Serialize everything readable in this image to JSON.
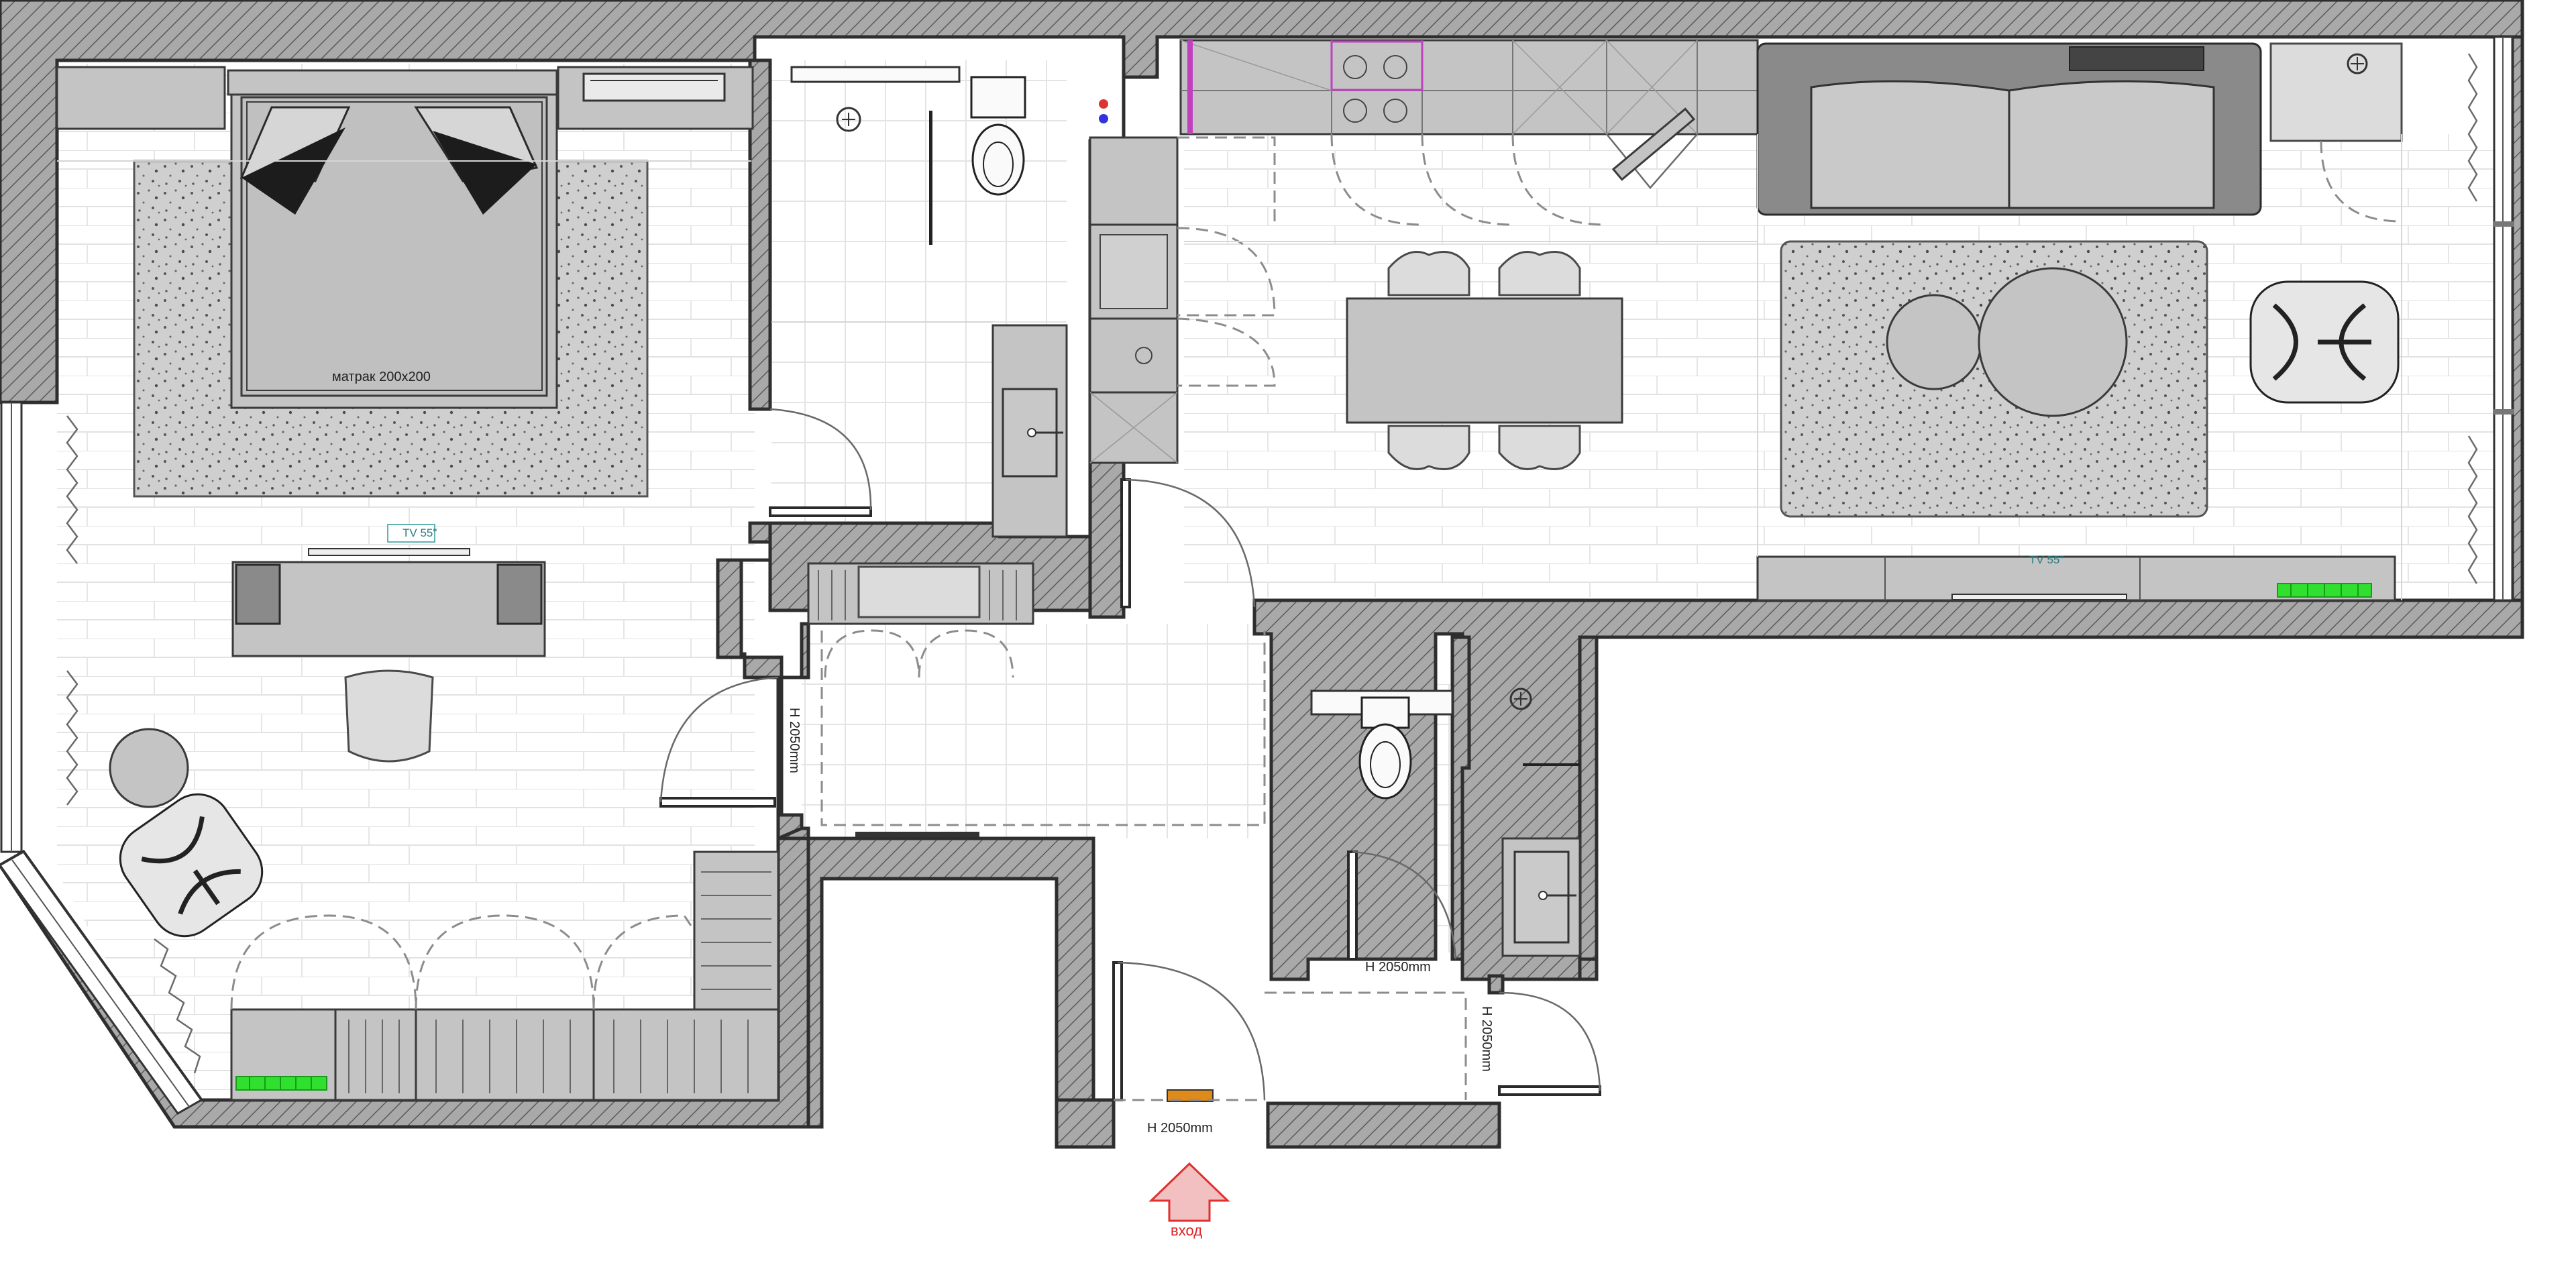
{
  "labels": {
    "mattress": "матрак 200x200",
    "tv_bedroom": "TV 55\"",
    "tv_living": "TV 55\"",
    "door_height_bedroom": "H 2050mm",
    "door_height_wc": "H 2050mm",
    "door_height_bath": "H 2050mm",
    "door_height_entry": "H 2050mm",
    "entrance": "вход"
  },
  "colors": {
    "wall_hatch": "#9a9a9a",
    "furniture": "#c4c4c4",
    "furniture_dark": "#8a8a8a",
    "radiator": "#2fe02f",
    "entrance_arrow": "#e03030",
    "tv_label": "#2a7a7a"
  },
  "icons": {
    "entrance": "entrance-arrow-icon",
    "radiator": "radiator-icon",
    "toilet": "toilet-icon",
    "sink": "sink-icon",
    "drain": "floor-drain-icon"
  }
}
